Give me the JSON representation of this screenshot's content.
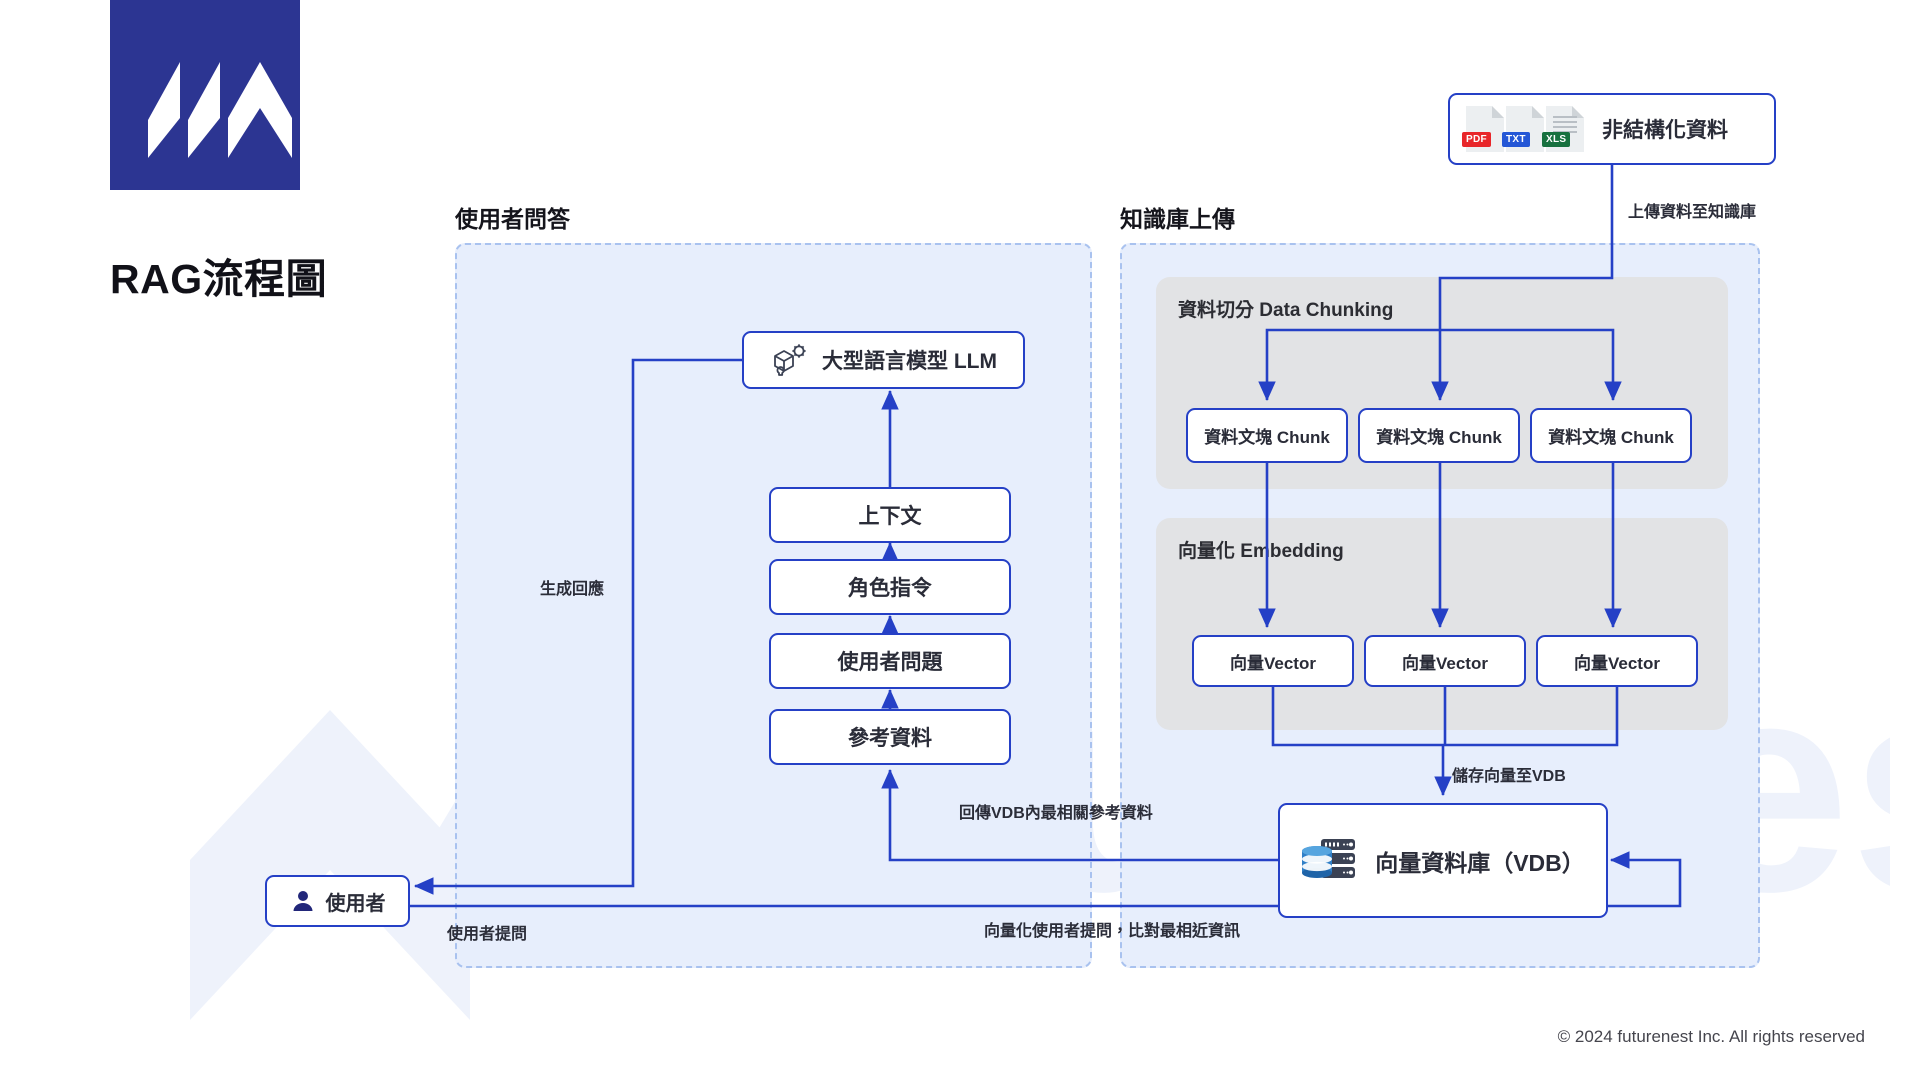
{
  "brand": {
    "logo_icon": "futurenest-logo-mark",
    "logo_color": "#2c3592",
    "accent_color": "#2540c6",
    "panel_fill": "#e7eefc",
    "subpanel_fill": "#e2e3e5",
    "watermark_text": "futurenest"
  },
  "page_title": "RAG流程圖",
  "sections": {
    "qa": {
      "header": "使用者問答"
    },
    "kb": {
      "header": "知識庫上傳"
    }
  },
  "kb_flow": {
    "source": {
      "label": "非結構化資料",
      "file_types": [
        {
          "tag": "PDF",
          "color": "#e8262a"
        },
        {
          "tag": "TXT",
          "color": "#2457d6"
        },
        {
          "tag": "XLS",
          "color": "#17713f"
        }
      ]
    },
    "chunking": {
      "title": "資料切分 Data Chunking",
      "chunks": [
        "資料文塊 Chunk",
        "資料文塊 Chunk",
        "資料文塊 Chunk"
      ]
    },
    "embedding": {
      "title": "向量化 Embedding",
      "vectors": [
        "向量Vector",
        "向量Vector",
        "向量Vector"
      ]
    },
    "vdb": {
      "label": "向量資料庫（VDB）",
      "icon": "database-server-icon"
    }
  },
  "qa_flow": {
    "llm": {
      "label": "大型語言模型 LLM",
      "icon": "llm-model-icon"
    },
    "prompt_stack": [
      "上下文",
      "角色指令",
      "使用者問題",
      "參考資料"
    ],
    "user": {
      "label": "使用者",
      "icon": "user-icon"
    }
  },
  "edge_labels": {
    "upload_to_kb": "上傳資料至知識庫",
    "store_vectors": "儲存向量至VDB",
    "generate_response": "生成回應",
    "return_reference": "回傳VDB內最相關參考資料",
    "user_question": "使用者提問",
    "vectorize_question": "向量化使用者提問，比對最相近資訊"
  },
  "footer": "© 2024 futurenest Inc. All rights reserved"
}
